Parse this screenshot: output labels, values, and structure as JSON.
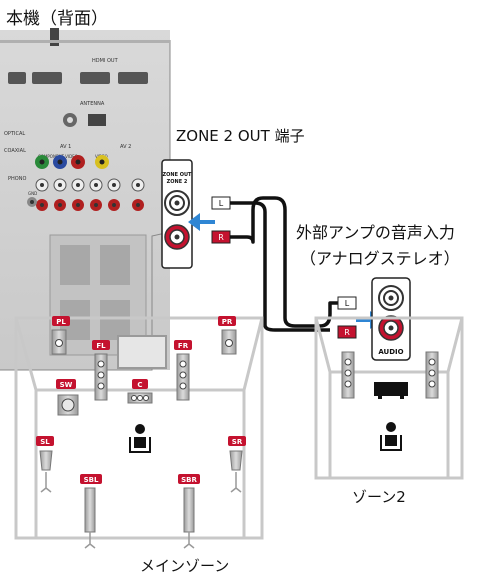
{
  "labels": {
    "rear_panel": "本機（背面）",
    "zone2_out_terminal": "ZONE 2 OUT 端子",
    "external_amp_line1": "外部アンプの音声入力",
    "external_amp_line2": "（アナログステレオ）",
    "zone2": "ゾーン2",
    "main_zone": "メインゾーン"
  },
  "panel": {
    "jack_label": "ZONE OUT\nZONE 2",
    "hdmi_label": "HDMI OUT",
    "antenna_label": "ANTENNA",
    "coaxial_label": "COAXIAL",
    "optical_label": "OPTICAL",
    "av1_label": "AV 1",
    "av2_label": "AV 2",
    "component_label": "COMPONENT VIDEO",
    "video_label": "VIDEO",
    "phono_label": "PHONO",
    "gnd_label": "GND"
  },
  "amp": {
    "audio_label": "AUDIO"
  },
  "cable": {
    "left_plug": "L",
    "right_plug": "R"
  },
  "speakers": {
    "pl": "PL",
    "pr": "PR",
    "fl": "FL",
    "fr": "FR",
    "sw": "SW",
    "c": "C",
    "sl": "SL",
    "sr": "SR",
    "sbl": "SBL",
    "sbr": "SBR"
  },
  "colors": {
    "panel": "#cfcfcf",
    "room_line": "#c8c8c8",
    "label_bg": "#c4122f",
    "arrow": "#2f86d4",
    "jack_red": "#c4122f"
  }
}
